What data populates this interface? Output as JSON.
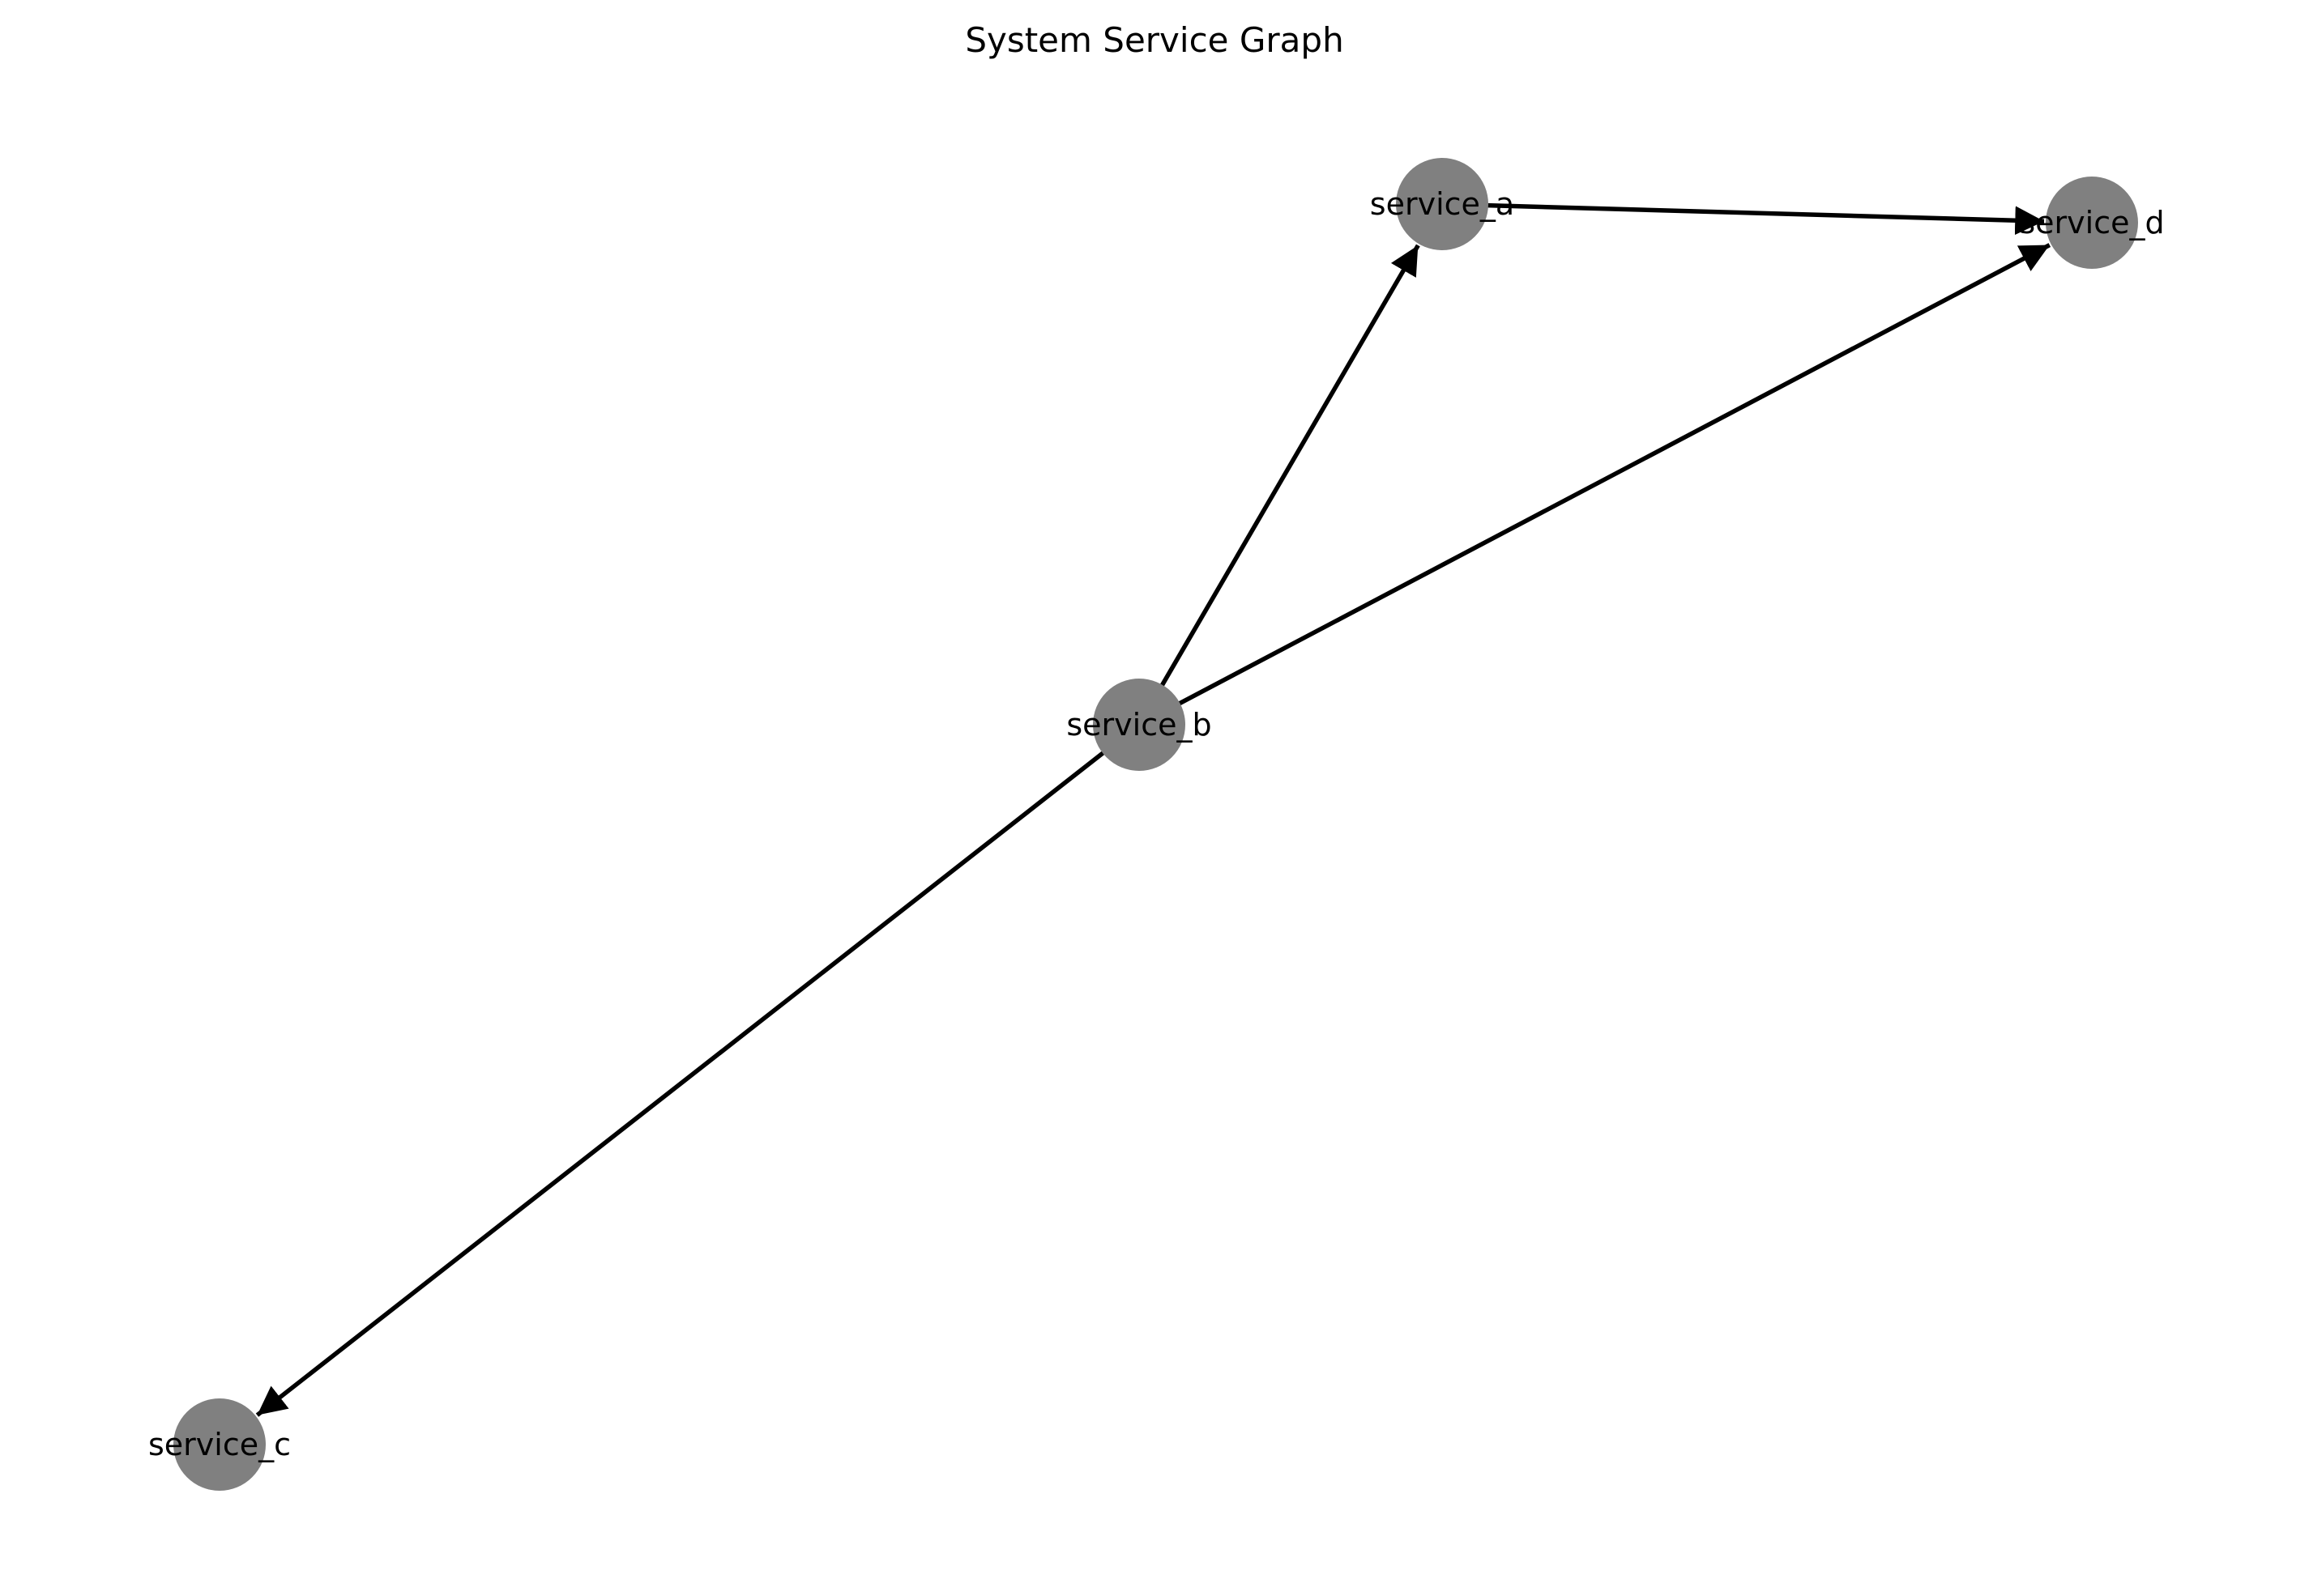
{
  "title": "System Service Graph",
  "colors": {
    "node": "#808080",
    "edge": "#000000",
    "label": "#000000",
    "background": "#ffffff"
  },
  "nodes": [
    {
      "id": "service_a",
      "label": "service_a"
    },
    {
      "id": "service_b",
      "label": "service_b"
    },
    {
      "id": "service_c",
      "label": "service_c"
    },
    {
      "id": "service_d",
      "label": "service_d"
    }
  ],
  "edges": [
    {
      "source": "service_a",
      "target": "service_d"
    },
    {
      "source": "service_b",
      "target": "service_a"
    },
    {
      "source": "service_b",
      "target": "service_d"
    },
    {
      "source": "service_b",
      "target": "service_c"
    }
  ]
}
